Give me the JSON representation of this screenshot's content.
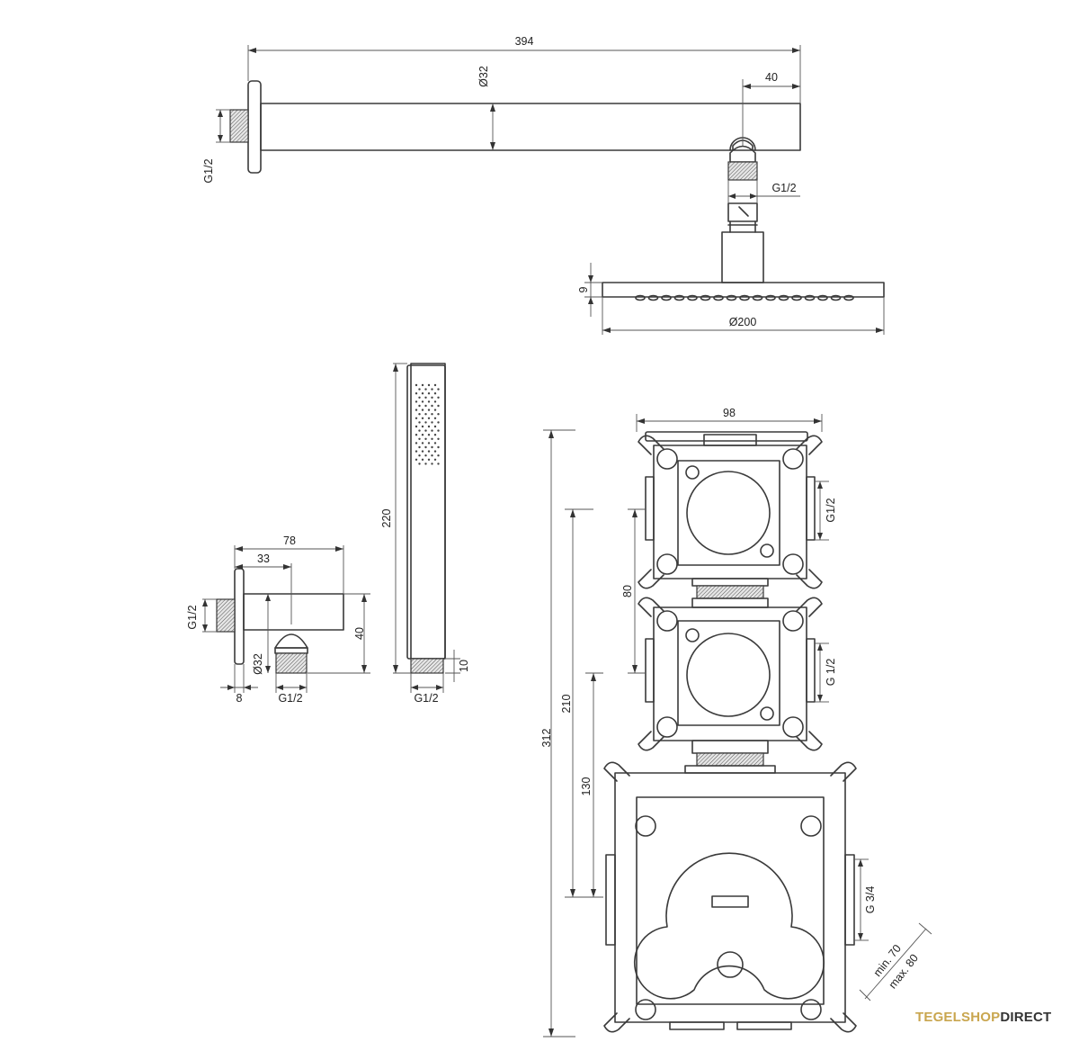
{
  "brand": {
    "part1": "TEGELSHOP",
    "part2": "DIRECT",
    "color1": "#c9a64f",
    "color2": "#333333"
  },
  "shower_arm": {
    "length": "394",
    "diameter": "Ø32",
    "offset": "40",
    "wall_thread": "G1/2",
    "head_thread": "G1/2"
  },
  "shower_head": {
    "thickness": "9",
    "diameter": "Ø200"
  },
  "wall_outlet": {
    "depth": "78",
    "thread_offset": "33",
    "height": "40",
    "wall_thread": "G1/2",
    "diameter": "Ø32",
    "flange": "8",
    "outlet_thread": "G1/2"
  },
  "hand_shower": {
    "length": "220",
    "tip": "10",
    "thread": "G1/2"
  },
  "mixer_box": {
    "width": "98",
    "total_height": "312",
    "height_210": "210",
    "height_130": "130",
    "spacing": "80",
    "upper_thread": "G1/2",
    "middle_thread": "G 1/2",
    "lower_thread": "G 3/4",
    "depth_min": "min. 70",
    "depth_max": "max. 80"
  }
}
